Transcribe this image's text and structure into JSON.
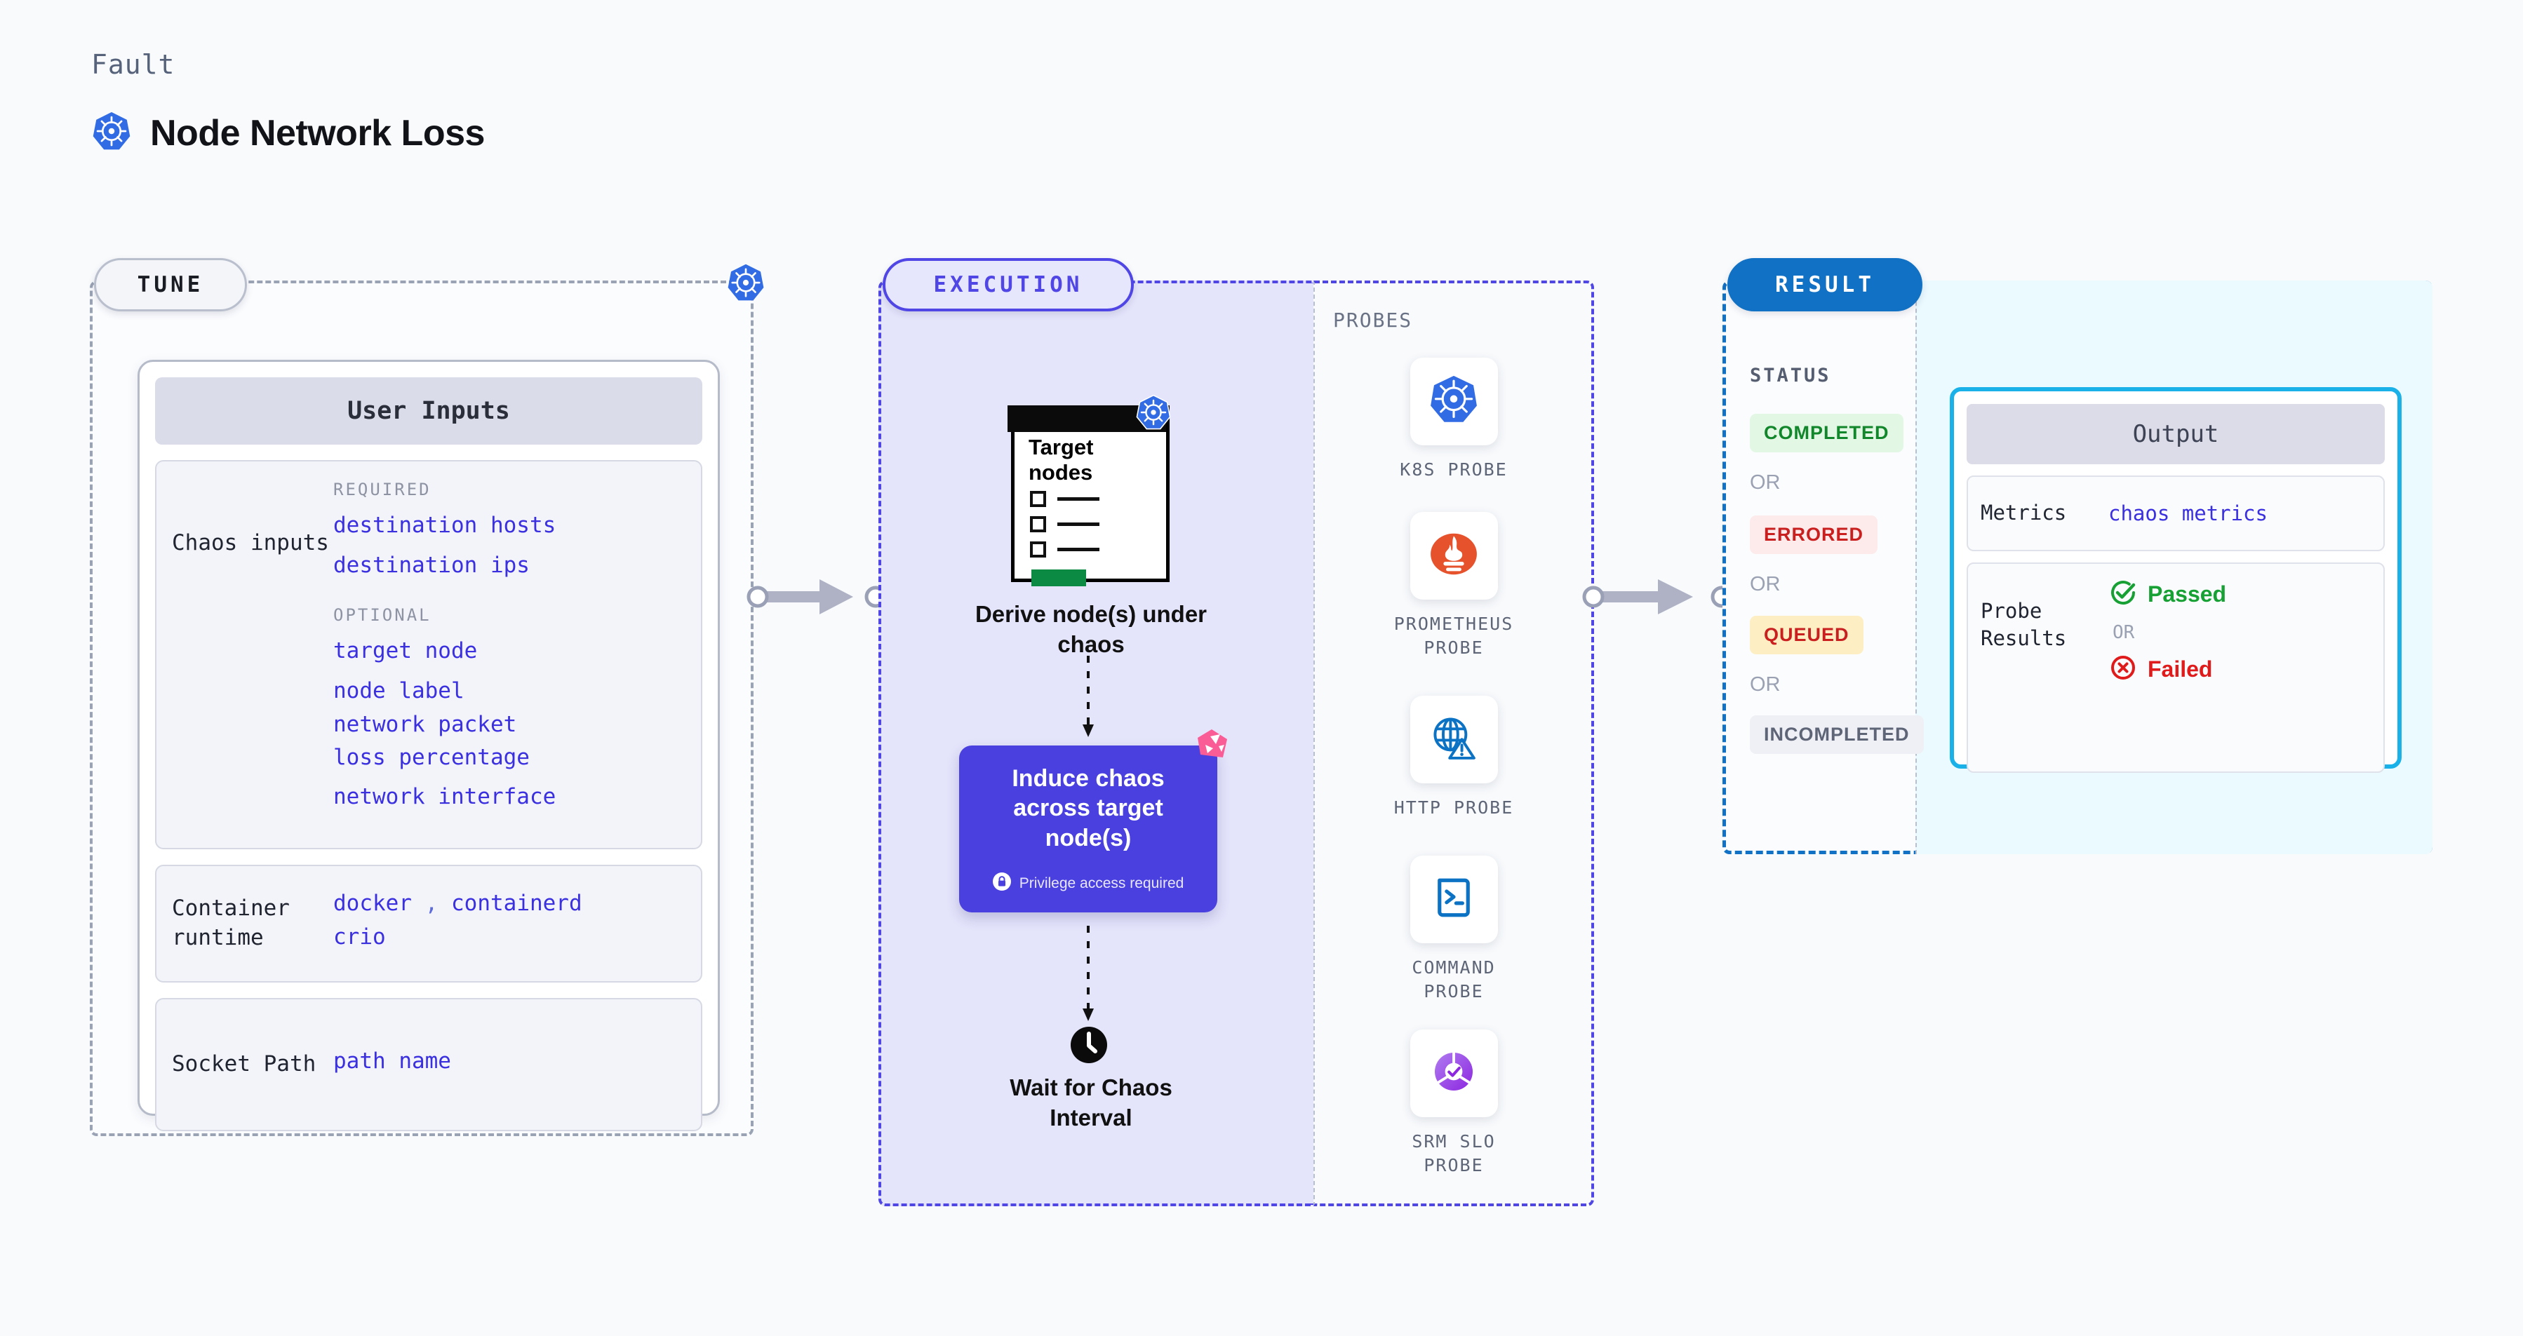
{
  "header": {
    "eyebrow": "Fault",
    "title": "Node Network Loss",
    "icon": "kubernetes-icon"
  },
  "tune": {
    "tag": "TUNE",
    "badge_icon": "kubernetes-icon",
    "card_title": "User Inputs",
    "sections": [
      {
        "key": "Chaos inputs",
        "groups": [
          {
            "label": "REQUIRED",
            "values": [
              "destination hosts",
              "destination ips"
            ]
          },
          {
            "label": "OPTIONAL",
            "values": [
              "target node",
              "node label",
              "network packet loss percentage",
              "network interface"
            ]
          }
        ]
      },
      {
        "key": "Container runtime",
        "values": [
          "docker",
          "containerd",
          "crio"
        ],
        "separator": ","
      },
      {
        "key": "Socket Path",
        "values": [
          "path name"
        ]
      }
    ]
  },
  "execution": {
    "tag": "EXECUTION",
    "node_card": {
      "title": "Target nodes",
      "badge_icon": "kubernetes-icon",
      "checkbox_rows": 3,
      "progress_icon": "green-bar"
    },
    "step1_label": "Derive node(s) under chaos",
    "chaos_box": {
      "title": "Induce chaos across target node(s)",
      "privilege_note": "Privilege access required",
      "privilege_icon": "lock-icon",
      "corner_badge_icon": "litmus-logo-icon",
      "color": "#4a40e0"
    },
    "wait_icon": "clock-icon",
    "wait_label": "Wait for Chaos Interval"
  },
  "probes": {
    "label": "PROBES",
    "items": [
      {
        "name": "K8S PROBE",
        "icon": "kubernetes-icon"
      },
      {
        "name": "PROMETHEUS PROBE",
        "icon": "prometheus-icon"
      },
      {
        "name": "HTTP PROBE",
        "icon": "globe-warning-icon"
      },
      {
        "name": "COMMAND PROBE",
        "icon": "terminal-icon"
      },
      {
        "name": "SRM SLO PROBE",
        "icon": "srm-slo-icon"
      }
    ]
  },
  "result": {
    "tag": "RESULT",
    "status_label": "STATUS",
    "or_text": "OR",
    "statuses": [
      {
        "text": "COMPLETED",
        "bg": "#e2f7e4",
        "fg": "#11862a"
      },
      {
        "text": "ERRORED",
        "bg": "#fdeaea",
        "fg": "#c91f1f"
      },
      {
        "text": "QUEUED",
        "bg": "#fdeec4",
        "fg": "#c91f1f"
      },
      {
        "text": "INCOMPLETED",
        "bg": "#eef0f6",
        "fg": "#5e6577"
      }
    ],
    "output": {
      "title": "Output",
      "metrics_key": "Metrics",
      "metrics_value": "chaos metrics",
      "probe_results_key": "Probe Results",
      "passed_text": "Passed",
      "passed_icon": "check-circle-icon",
      "failed_text": "Failed",
      "failed_icon": "x-circle-icon",
      "or_text": "OR"
    }
  },
  "connectors": {
    "arrow_icon": "arrow-right-icon",
    "count": 2
  }
}
